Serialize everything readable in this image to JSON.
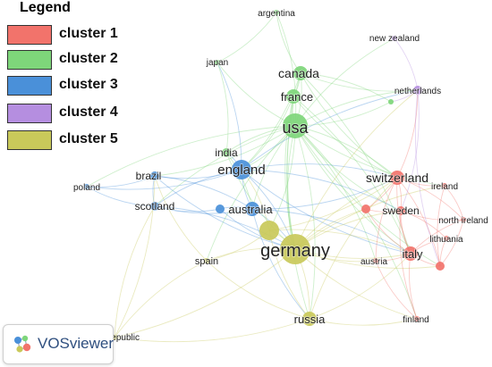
{
  "legend": {
    "title": "Legend",
    "items": [
      {
        "key": "1",
        "label": "cluster 1",
        "color": "#f2736b"
      },
      {
        "key": "2",
        "label": "cluster 2",
        "color": "#7ed67a"
      },
      {
        "key": "3",
        "label": "cluster 3",
        "color": "#4a90d9"
      },
      {
        "key": "4",
        "label": "cluster 4",
        "color": "#b58ee0"
      },
      {
        "key": "5",
        "label": "cluster 5",
        "color": "#c9c95a"
      }
    ]
  },
  "branding": {
    "name": "VOSviewer"
  },
  "network": {
    "nodes": [
      {
        "id": "usa",
        "label": "usa",
        "cluster": "2",
        "weight": 5
      },
      {
        "id": "canada",
        "label": "canada",
        "cluster": "2",
        "weight": 3
      },
      {
        "id": "france",
        "label": "france",
        "cluster": "2",
        "weight": 3
      },
      {
        "id": "argentina",
        "label": "argentina",
        "cluster": "2",
        "weight": 1
      },
      {
        "id": "japan",
        "label": "japan",
        "cluster": "2",
        "weight": 1
      },
      {
        "id": "india",
        "label": "india",
        "cluster": "2",
        "weight": 2
      },
      {
        "id": "green_small",
        "label": "",
        "cluster": "2",
        "weight": 1
      },
      {
        "id": "england",
        "label": "england",
        "cluster": "3",
        "weight": 4
      },
      {
        "id": "brazil",
        "label": "brazil",
        "cluster": "3",
        "weight": 2
      },
      {
        "id": "poland",
        "label": "poland",
        "cluster": "3",
        "weight": 1
      },
      {
        "id": "scotland",
        "label": "scotland",
        "cluster": "3",
        "weight": 2
      },
      {
        "id": "australia",
        "label": "australia",
        "cluster": "3",
        "weight": 3
      },
      {
        "id": "blue_small",
        "label": "",
        "cluster": "3",
        "weight": 2
      },
      {
        "id": "new_zealand",
        "label": "new zealand",
        "cluster": "4",
        "weight": 1
      },
      {
        "id": "netherlands",
        "label": "netherlands",
        "cluster": "4",
        "weight": 2
      },
      {
        "id": "switzerland",
        "label": "switzerland",
        "cluster": "1",
        "weight": 3
      },
      {
        "id": "ireland",
        "label": "ireland",
        "cluster": "1",
        "weight": 1
      },
      {
        "id": "sweden",
        "label": "sweden",
        "cluster": "1",
        "weight": 2
      },
      {
        "id": "red_small",
        "label": "",
        "cluster": "1",
        "weight": 2
      },
      {
        "id": "north_ireland",
        "label": "north ireland",
        "cluster": "1",
        "weight": 1
      },
      {
        "id": "lithuania",
        "label": "lithuania",
        "cluster": "1",
        "weight": 1
      },
      {
        "id": "italy",
        "label": "italy",
        "cluster": "1",
        "weight": 3
      },
      {
        "id": "red_small2",
        "label": "",
        "cluster": "1",
        "weight": 2
      },
      {
        "id": "austria",
        "label": "austria",
        "cluster": "1",
        "weight": 1
      },
      {
        "id": "finland",
        "label": "finland",
        "cluster": "1",
        "weight": 1
      },
      {
        "id": "germany",
        "label": "germany",
        "cluster": "5",
        "weight": 6
      },
      {
        "id": "yellow_big",
        "label": "",
        "cluster": "5",
        "weight": 4
      },
      {
        "id": "spain",
        "label": "spain",
        "cluster": "5",
        "weight": 1
      },
      {
        "id": "russia",
        "label": "russia",
        "cluster": "5",
        "weight": 3
      },
      {
        "id": "czech_republic",
        "label": "czech republic",
        "cluster": "5",
        "weight": 1
      }
    ],
    "edges": [
      [
        "usa",
        "canada"
      ],
      [
        "usa",
        "france"
      ],
      [
        "usa",
        "argentina"
      ],
      [
        "usa",
        "japan"
      ],
      [
        "usa",
        "india"
      ],
      [
        "usa",
        "england"
      ],
      [
        "usa",
        "germany"
      ],
      [
        "usa",
        "switzerland"
      ],
      [
        "usa",
        "italy"
      ],
      [
        "usa",
        "russia"
      ],
      [
        "usa",
        "australia"
      ],
      [
        "usa",
        "netherlands"
      ],
      [
        "usa",
        "sweden"
      ],
      [
        "usa",
        "brazil"
      ],
      [
        "usa",
        "spain"
      ],
      [
        "usa",
        "new_zealand"
      ],
      [
        "usa",
        "ireland"
      ],
      [
        "usa",
        "austria"
      ],
      [
        "usa",
        "scotland"
      ],
      [
        "usa",
        "finland"
      ],
      [
        "usa",
        "poland"
      ],
      [
        "usa",
        "yellow_big"
      ],
      [
        "usa",
        "red_small2"
      ],
      [
        "canada",
        "france"
      ],
      [
        "canada",
        "germany"
      ],
      [
        "canada",
        "england"
      ],
      [
        "canada",
        "netherlands"
      ],
      [
        "canada",
        "italy"
      ],
      [
        "canada",
        "switzerland"
      ],
      [
        "canada",
        "argentina"
      ],
      [
        "france",
        "germany"
      ],
      [
        "france",
        "england"
      ],
      [
        "france",
        "switzerland"
      ],
      [
        "france",
        "italy"
      ],
      [
        "france",
        "russia"
      ],
      [
        "england",
        "germany"
      ],
      [
        "england",
        "scotland"
      ],
      [
        "england",
        "brazil"
      ],
      [
        "england",
        "australia"
      ],
      [
        "england",
        "poland"
      ],
      [
        "england",
        "india"
      ],
      [
        "england",
        "switzerland"
      ],
      [
        "england",
        "italy"
      ],
      [
        "england",
        "netherlands"
      ],
      [
        "england",
        "japan"
      ],
      [
        "england",
        "sweden"
      ],
      [
        "brazil",
        "scotland"
      ],
      [
        "brazil",
        "australia"
      ],
      [
        "brazil",
        "germany"
      ],
      [
        "brazil",
        "poland"
      ],
      [
        "scotland",
        "australia"
      ],
      [
        "scotland",
        "germany"
      ],
      [
        "scotland",
        "blue_small"
      ],
      [
        "blue_small",
        "australia"
      ],
      [
        "blue_small",
        "germany"
      ],
      [
        "australia",
        "germany"
      ],
      [
        "australia",
        "switzerland"
      ],
      [
        "australia",
        "italy"
      ],
      [
        "australia",
        "russia"
      ],
      [
        "germany",
        "switzerland"
      ],
      [
        "germany",
        "italy"
      ],
      [
        "germany",
        "sweden"
      ],
      [
        "germany",
        "austria"
      ],
      [
        "germany",
        "russia"
      ],
      [
        "germany",
        "spain"
      ],
      [
        "germany",
        "netherlands"
      ],
      [
        "germany",
        "finland"
      ],
      [
        "germany",
        "red_small"
      ],
      [
        "germany",
        "yellow_big"
      ],
      [
        "germany",
        "czech_republic"
      ],
      [
        "germany",
        "red_small2"
      ],
      [
        "germany",
        "ireland"
      ],
      [
        "yellow_big",
        "russia"
      ],
      [
        "yellow_big",
        "spain"
      ],
      [
        "yellow_big",
        "switzerland"
      ],
      [
        "yellow_big",
        "italy"
      ],
      [
        "yellow_big",
        "england"
      ],
      [
        "russia",
        "spain"
      ],
      [
        "russia",
        "italy"
      ],
      [
        "russia",
        "czech_republic"
      ],
      [
        "russia",
        "finland"
      ],
      [
        "russia",
        "switzerland"
      ],
      [
        "switzerland",
        "italy"
      ],
      [
        "switzerland",
        "sweden"
      ],
      [
        "switzerland",
        "ireland"
      ],
      [
        "switzerland",
        "red_small"
      ],
      [
        "switzerland",
        "netherlands"
      ],
      [
        "switzerland",
        "north_ireland"
      ],
      [
        "switzerland",
        "austria"
      ],
      [
        "switzerland",
        "red_small2"
      ],
      [
        "sweden",
        "italy"
      ],
      [
        "sweden",
        "red_small"
      ],
      [
        "sweden",
        "finland"
      ],
      [
        "sweden",
        "lithuania"
      ],
      [
        "sweden",
        "north_ireland"
      ],
      [
        "italy",
        "austria"
      ],
      [
        "italy",
        "red_small2"
      ],
      [
        "italy",
        "lithuania"
      ],
      [
        "italy",
        "finland"
      ],
      [
        "italy",
        "north_ireland"
      ],
      [
        "ireland",
        "red_small2"
      ],
      [
        "ireland",
        "north_ireland"
      ],
      [
        "netherlands",
        "new_zealand"
      ],
      [
        "netherlands",
        "green_small"
      ],
      [
        "netherlands",
        "red_small2"
      ],
      [
        "netherlands",
        "sweden"
      ],
      [
        "green_small",
        "canada"
      ],
      [
        "green_small",
        "usa"
      ],
      [
        "japan",
        "argentina"
      ],
      [
        "japan",
        "india"
      ],
      [
        "india",
        "germany"
      ],
      [
        "india",
        "australia"
      ],
      [
        "spain",
        "czech_republic"
      ],
      [
        "spain",
        "brazil"
      ],
      [
        "czech_republic",
        "brazil"
      ],
      [
        "czech_republic",
        "scotland"
      ],
      [
        "poland",
        "scotland"
      ],
      [
        "finland",
        "austria"
      ],
      [
        "lithuania",
        "red_small2"
      ],
      [
        "north_ireland",
        "red_small2"
      ],
      [
        "red_small",
        "italy"
      ]
    ]
  }
}
